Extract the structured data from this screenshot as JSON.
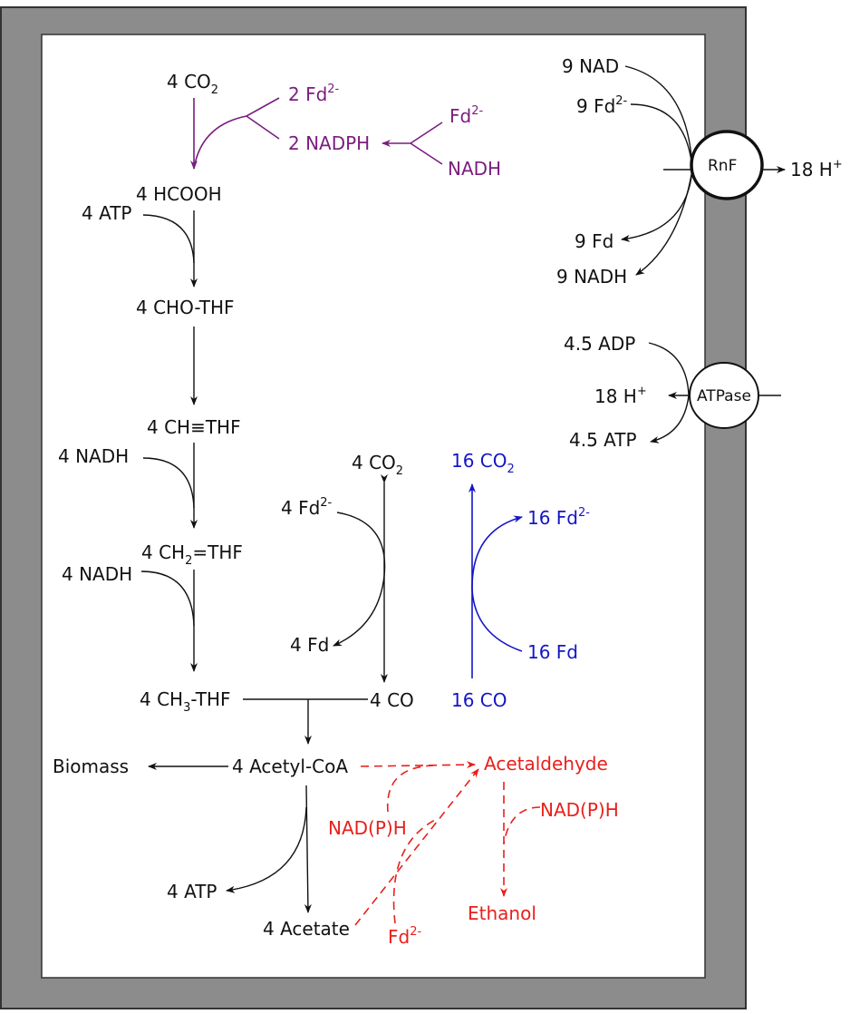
{
  "colors": {
    "membrane": "#8c8c8c",
    "text": "#111111",
    "purple": "#7a1d7e",
    "blue": "#1515c8",
    "red": "#e8201c"
  },
  "labels": {
    "co2_top": "4 CO",
    "fd2_2": "2 Fd",
    "nadph_2": "2 NADPH",
    "fd2_nadph": "Fd",
    "nadh_purple": "NADH",
    "hcooh": "4 HCOOH",
    "atp_4_in": "4 ATP",
    "cho_thf": "4 CHO-THF",
    "ch_thf": "4 CH≡THF",
    "nadh_4_a": "4 NADH",
    "ch2_pre": "4 CH",
    "ch2_post": "=THF",
    "nadh_4_b": "4 NADH",
    "ch3_pre": "4 CH",
    "ch3_post": "-THF",
    "co_4": "4 CO",
    "co2_4_mid": "4 CO",
    "fd2_4": "4 Fd",
    "fd_4": "4 Fd",
    "co2_16": "16 CO",
    "fd2_16": "16 Fd",
    "fd_16": "16 Fd",
    "co_16": "16 CO",
    "acetyl_coa": "4 Acetyl-CoA",
    "biomass": "Biomass",
    "atp_4_out": "4 ATP",
    "acetate": "4 Acetate",
    "acetaldehyde": "Acetaldehyde",
    "nadph_red_a": "NAD(P)H",
    "nadph_red_b": "NAD(P)H",
    "fd2_red": "Fd",
    "ethanol": "Ethanol",
    "nad_9": "9 NAD",
    "fd2_9": "9 Fd",
    "rnf": "RnF",
    "h18_out": "18 H",
    "fd_9": "9 Fd",
    "nadh_9": "9 NADH",
    "adp": "4.5 ADP",
    "h18_in": "18 H",
    "atpase": "ATPase",
    "atp_45": "4.5 ATP",
    "sub_2": "2",
    "sup_2minus": "2-",
    "sup_plus": "+"
  }
}
